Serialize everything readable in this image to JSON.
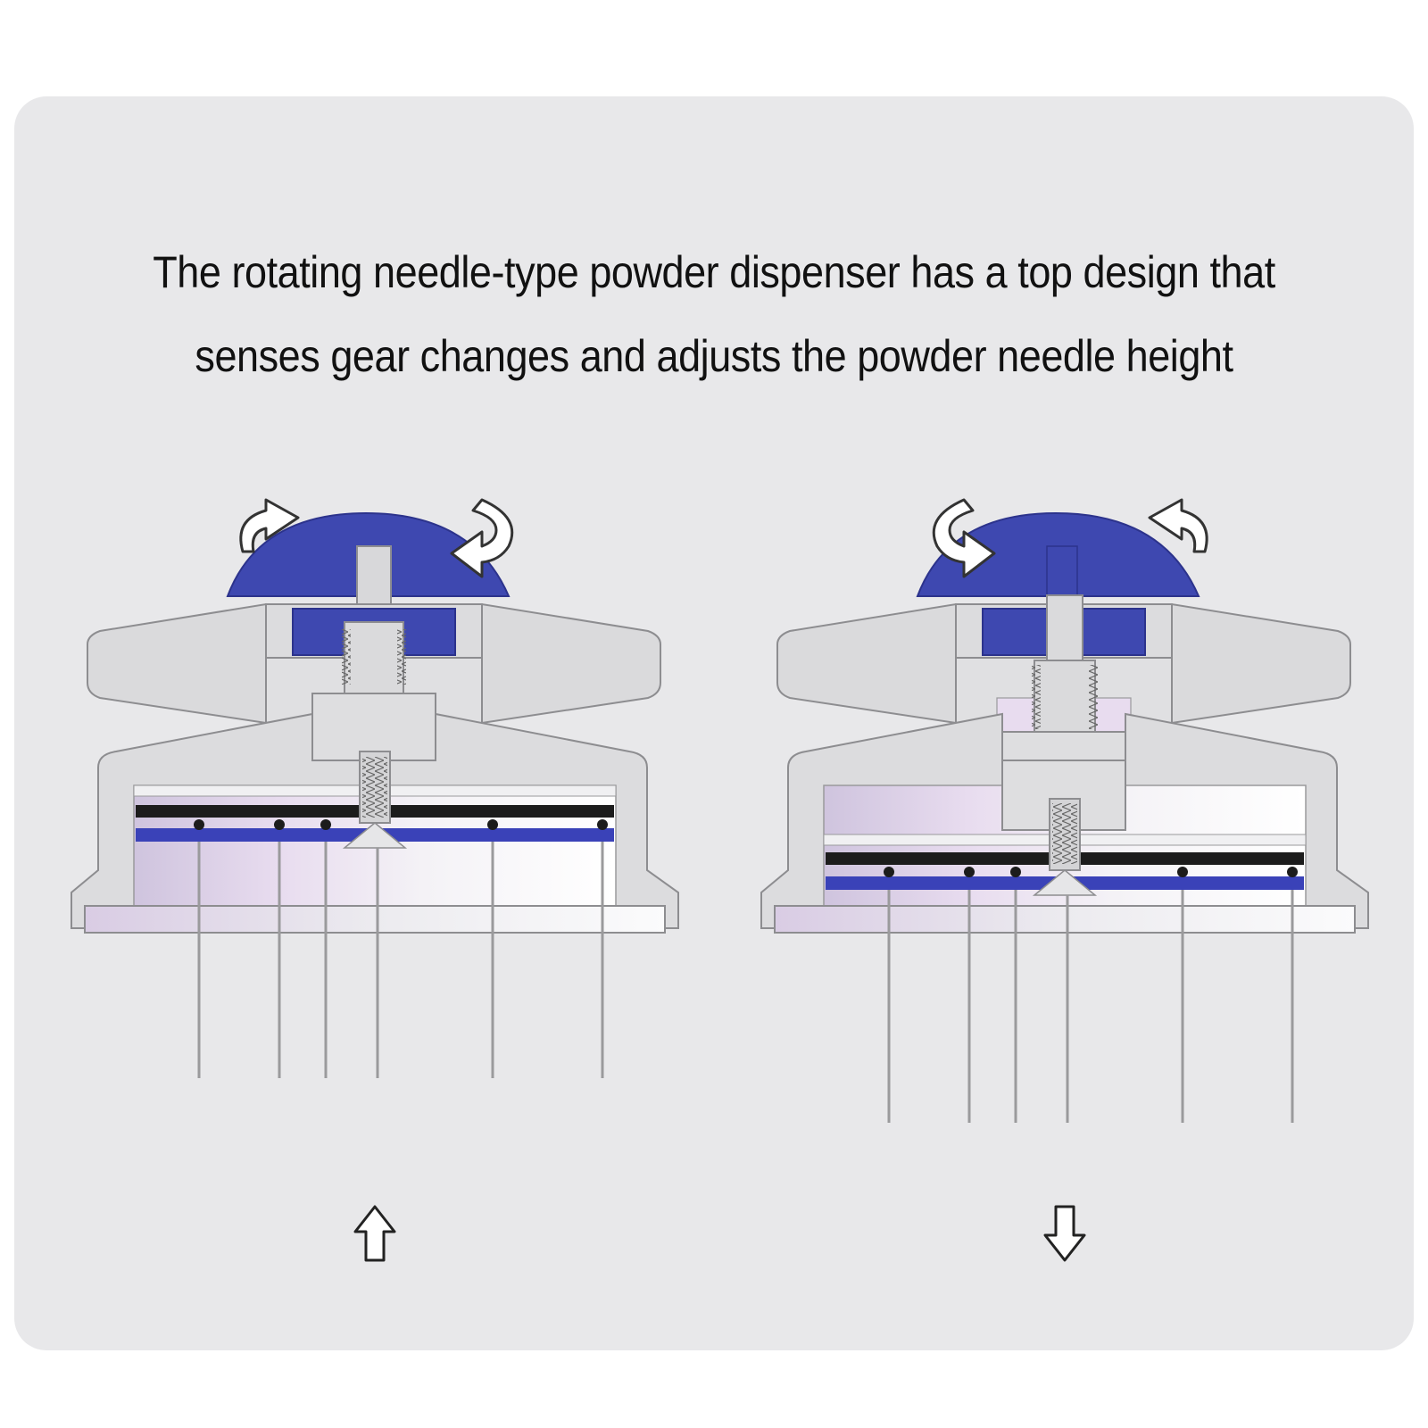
{
  "caption": {
    "line1": "The rotating needle-type powder dispenser has a top design that",
    "line2": "senses gear changes and adjusts the powder needle height"
  },
  "diagrams": [
    {
      "name": "left-state",
      "needle_position": "raised",
      "direction_arrow": "up-arrow-icon",
      "rotation": "clockwise"
    },
    {
      "name": "right-state",
      "needle_position": "lowered",
      "direction_arrow": "down-arrow-icon",
      "rotation": "counter-clockwise"
    }
  ],
  "colors": {
    "background": "#e8e8ea",
    "knob_blue": "#3e48b0",
    "plate_blue": "#3a42b8",
    "body_gray": "#d9d9db",
    "outline": "#8c8c8f",
    "needle": "#9a9a9c",
    "bearing": "#1c1c1c"
  }
}
